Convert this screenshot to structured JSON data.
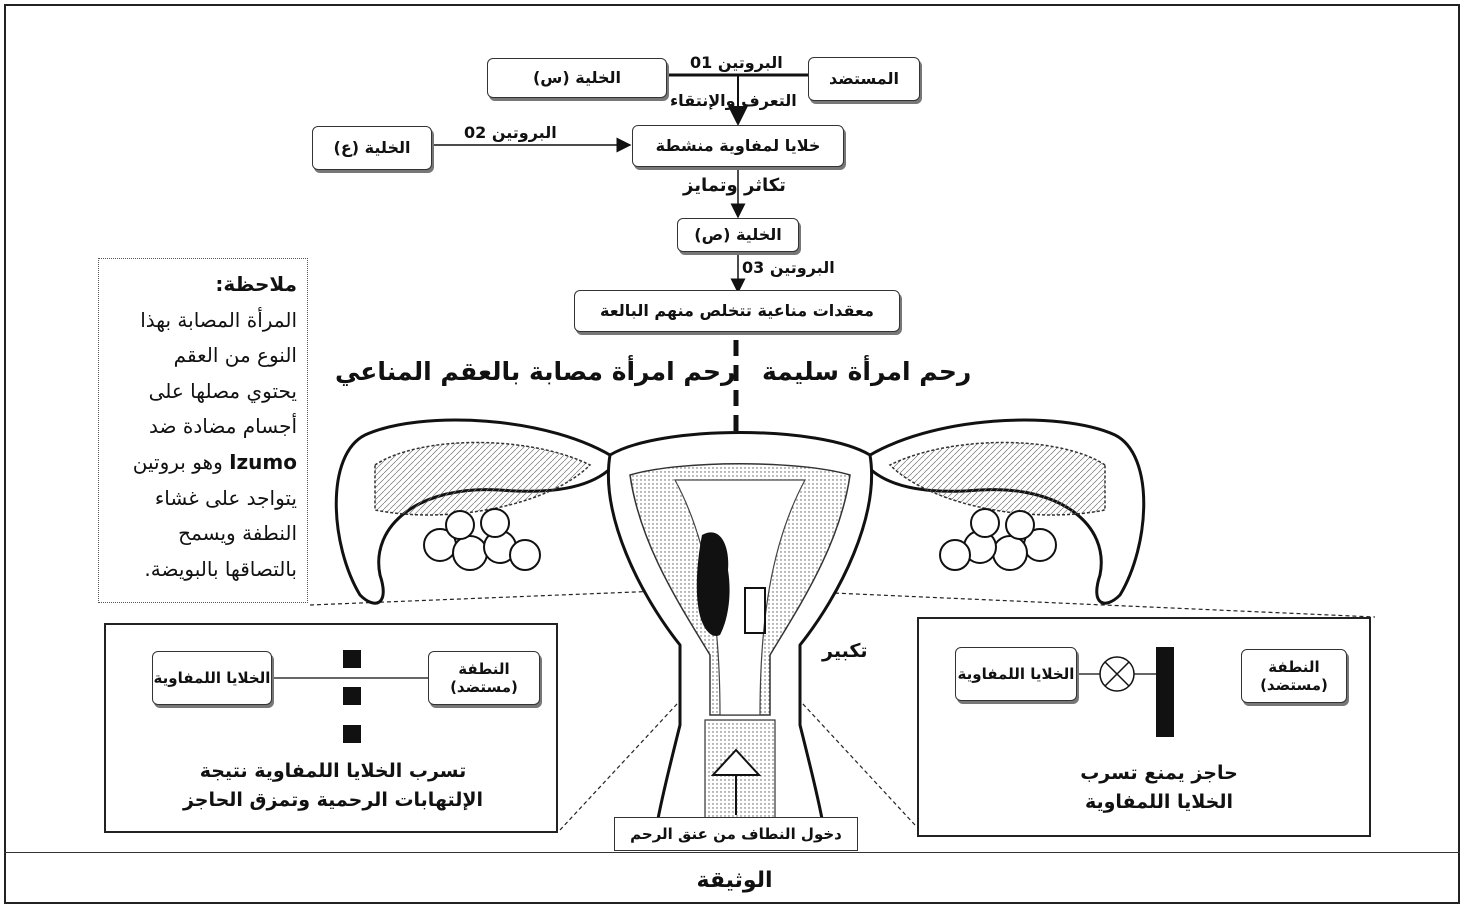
{
  "flow": {
    "antigen": "المستضد",
    "cell_s": "الخلية (س)",
    "protein_01": "البروتين 01",
    "recognition": "التعرف والإنتقاء",
    "cell_a": "الخلية (ع)",
    "protein_02": "البروتين 02",
    "activated_cells": "خلايا لمفاوية منشطة",
    "proliferation": "تكاثر وتمايز",
    "cell_sad": "الخلية (ص)",
    "protein_03": "البروتين 03",
    "immune_complexes": "معقدات مناعية تتخلص منهم البالعة"
  },
  "headings": {
    "infected": "رحم امرأة مصابة بالعقم المناعي",
    "healthy": "رحم امرأة سليمة"
  },
  "note": {
    "title": "ملاحظة:",
    "lines": [
      "المرأة المصابة بهذا",
      "النوع من العقم",
      "يحتوي مصلها على",
      "أجسام مضادة ضد"
    ],
    "izumo": "Izumo",
    "line5_rest": " وهو بروتين",
    "lines2": [
      "يتواجد على غشاء",
      "النطفة ويسمح",
      "بالتصاقها بالبويضة."
    ]
  },
  "left_panel": {
    "lymph": "الخلايا اللمفاوية",
    "sperm": "النطفة (مستضد)",
    "caption1": "تسرب الخلايا اللمفاوية نتيجة",
    "caption2": "الإلتهابات الرحمية وتمزق الحاجز"
  },
  "right_panel": {
    "lymph": "الخلايا اللمفاوية",
    "sperm": "النطفة (مستضد)",
    "caption1": "حاجز يمنع تسرب",
    "caption2": "الخلايا اللمفاوية"
  },
  "zoom_label": "تكبير",
  "entry_label": "دخول النطاف من عنق الرحم",
  "document_title": "الوثيقة"
}
